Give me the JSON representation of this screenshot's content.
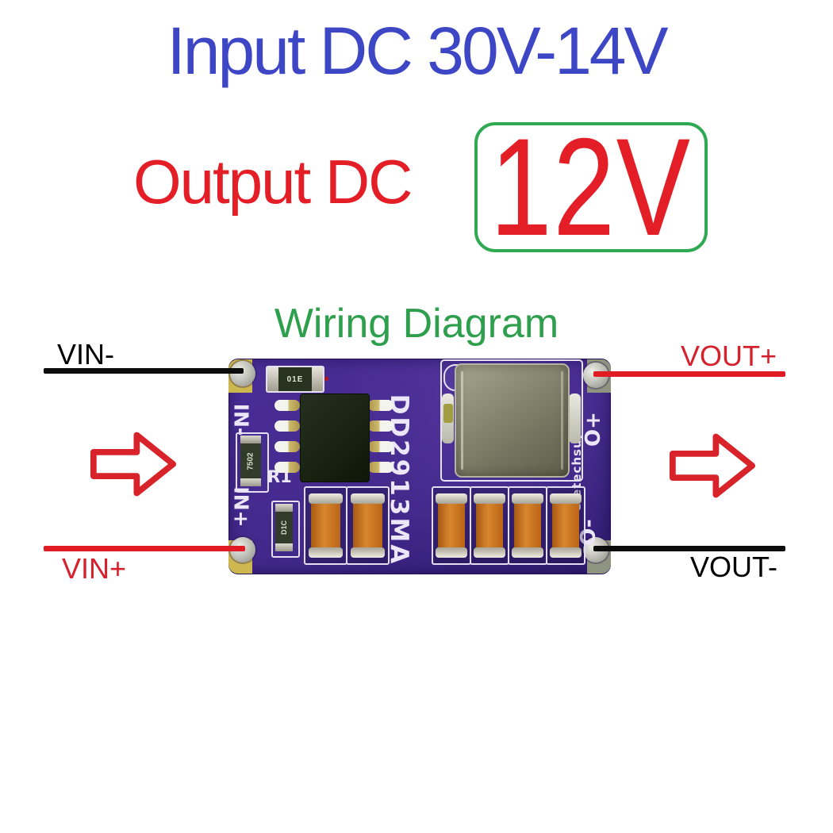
{
  "header": {
    "input_line": "Input DC 30V-14V",
    "input_color": "#3d46c5",
    "output_label": "Output DC",
    "output_value": "12V",
    "output_color": "#e41e26",
    "voltage_box_border": "#2faa52"
  },
  "diagram": {
    "heading": "Wiring Diagram",
    "heading_color": "#2ea04d"
  },
  "connections": {
    "vin_minus": {
      "label": "VIN-",
      "wire_color": "#000000"
    },
    "vin_plus": {
      "label": "VIN+",
      "wire_color": "#e01b24"
    },
    "vout_plus": {
      "label": "VOUT+",
      "wire_color": "#e01b24"
    },
    "vout_minus": {
      "label": "VOUT-",
      "wire_color": "#000000"
    }
  },
  "arrows": {
    "color": "#d8232a",
    "direction": "right"
  },
  "pcb": {
    "board_color": "#42288c",
    "silkscreen": {
      "in_minus": "IN-",
      "in_plus": "IN+",
      "out_plus": "O+",
      "out_minus": "O-",
      "part_number": "DD2913MA",
      "brand": "eletechsup",
      "resistor_ref": "R1",
      "resistor_marking": "01E",
      "regulator_marking": "7502",
      "diode_marking": "D1C"
    }
  }
}
